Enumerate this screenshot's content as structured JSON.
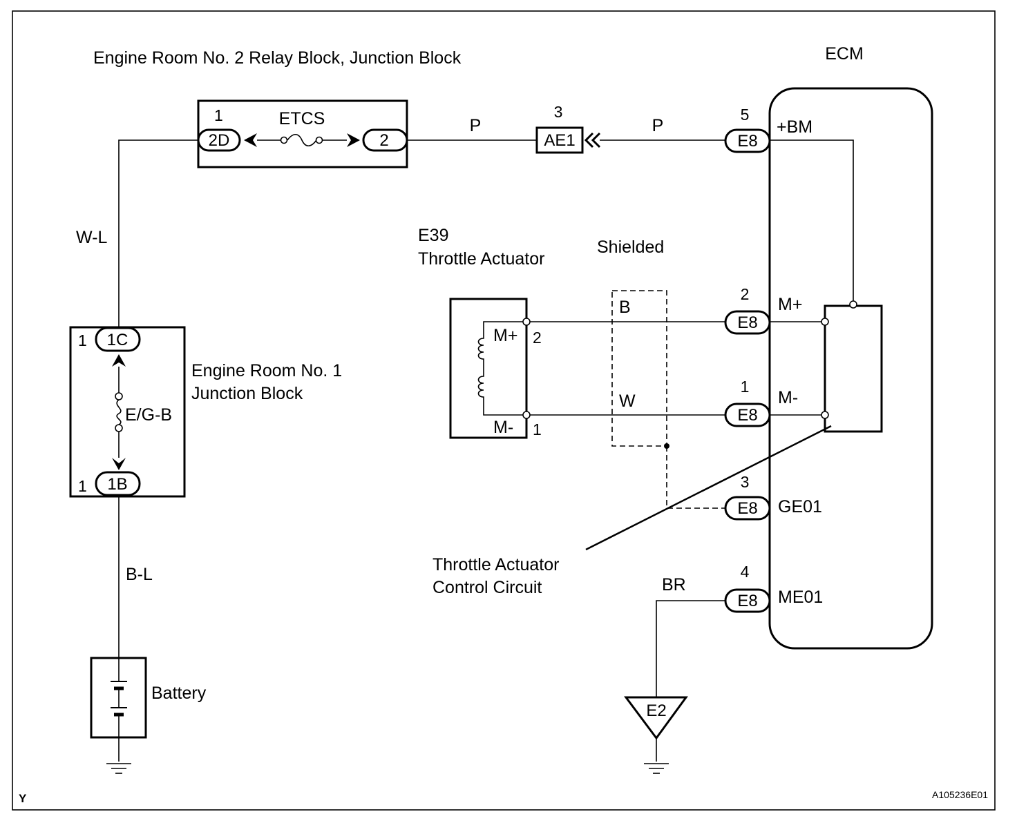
{
  "labels": {
    "relay_block": "Engine Room No. 2 Relay Block, Junction Block",
    "ecm": "ECM",
    "etcs": "ETCS",
    "wire_p_left": "P",
    "wire_p_right": "P",
    "wire_wl": "W-L",
    "wire_bl": "B-L",
    "wire_b": "B",
    "wire_w": "W",
    "wire_br": "BR",
    "e39": "E39",
    "throttle_actuator": "Throttle Actuator",
    "shielded": "Shielded",
    "jb1_line1": "Engine Room No. 1",
    "jb1_line2": "Junction Block",
    "egb": "E/G-B",
    "battery": "Battery",
    "callout_line1": "Throttle Actuator",
    "callout_line2": "Control Circuit",
    "corner_left": "Y",
    "corner_right": "A105236E01"
  },
  "connectors": {
    "c2d": "2D",
    "c2d_pin": "1",
    "c2": "2",
    "ae1": "AE1",
    "ae1_pin": "3",
    "c1c": "1C",
    "c1c_pin": "1",
    "c1b": "1B",
    "c1b_pin": "1",
    "e8_bm": "E8",
    "e8_bm_pin": "5",
    "e8_mplus": "E8",
    "e8_mplus_pin": "2",
    "e8_mminus": "E8",
    "e8_mminus_pin": "1",
    "e8_ge01": "E8",
    "e8_ge01_pin": "3",
    "e8_me01": "E8",
    "e8_me01_pin": "4",
    "e2": "E2"
  },
  "terminals": {
    "bm": "+BM",
    "mplus": "M+",
    "mminus": "M-",
    "ge01": "GE01",
    "me01": "ME01",
    "act_mplus": "M+",
    "act_mminus": "M-",
    "act_pin_top": "2",
    "act_pin_bottom": "1"
  }
}
